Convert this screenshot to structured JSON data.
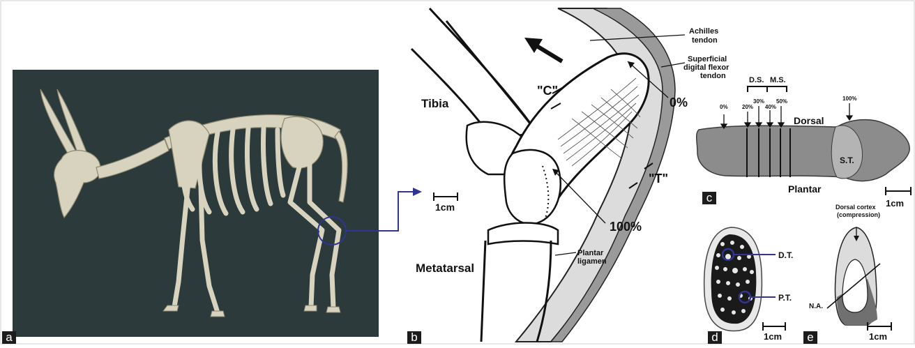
{
  "panels": {
    "a": {
      "tag": "a"
    },
    "b": {
      "tag": "b",
      "labels": {
        "tibia": "Tibia",
        "metatarsal": "Metatarsal",
        "achilles_line1": "Achilles",
        "achilles_line2": "tendon",
        "sdf_line1": "Superficial",
        "sdf_line2": "digital flexor",
        "sdf_line3": "tendon",
        "plantar_line1": "Plantar",
        "plantar_line2": "ligamen",
        "compression": "\"C\"",
        "tension": "\"T\"",
        "pct_zero": "0%",
        "pct_hundred": "100%",
        "scale": "1cm"
      }
    },
    "c": {
      "tag": "c",
      "labels": {
        "ds": "D.S.",
        "ms": "M.S.",
        "p0": "0%",
        "p20": "20%",
        "p30": "30%",
        "p40": "40%",
        "p50": "50%",
        "p100": "100%",
        "dorsal": "Dorsal",
        "plantar": "Plantar",
        "st": "S.T.",
        "scale": "1cm"
      }
    },
    "d": {
      "tag": "d",
      "labels": {
        "dt": "D.T.",
        "pt": "P.T.",
        "scale": "1cm"
      }
    },
    "e": {
      "tag": "e",
      "labels": {
        "cortex_line1": "Dorsal cortex",
        "cortex_line2": "(compression)",
        "na": "N.A.",
        "scale": "1cm"
      }
    }
  },
  "colors": {
    "background_dark": "#2c3a3c",
    "bone": "#d8d3bf",
    "bone_shade": "#a8a28e",
    "accent_blue": "#2f3590",
    "tendon_gray": "#bdbdbd",
    "tendon_dark": "#8c8c8c",
    "cortex_dark": "#707070"
  }
}
